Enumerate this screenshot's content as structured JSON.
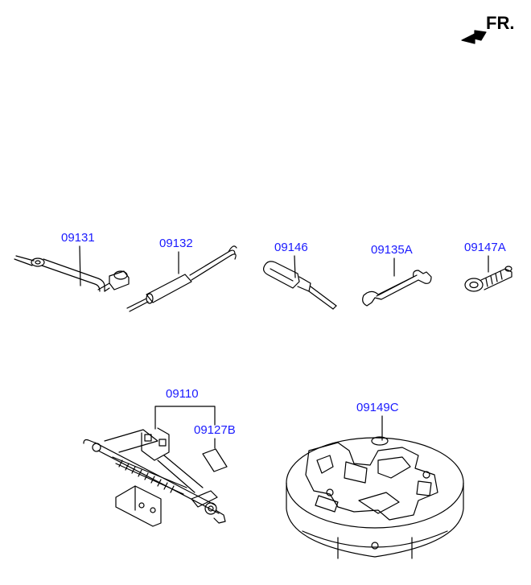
{
  "orientation": {
    "label": "FR.",
    "icon": "forward-arrow-icon"
  },
  "parts": [
    {
      "id": "p1",
      "label": "09131",
      "icon": "lug-wrench-icon"
    },
    {
      "id": "p2",
      "label": "09132",
      "icon": "jack-handle-icon"
    },
    {
      "id": "p3",
      "label": "09146",
      "icon": "screwdriver-icon"
    },
    {
      "id": "p4",
      "label": "09135A",
      "icon": "open-end-wrench-icon"
    },
    {
      "id": "p5",
      "label": "09147A",
      "icon": "towing-hook-icon"
    },
    {
      "id": "p6",
      "label": "09110",
      "icon": "scissor-jack-icon"
    },
    {
      "id": "p7",
      "label": "09127B",
      "icon": "jack-label-sticker-icon"
    },
    {
      "id": "p8",
      "label": "09149C",
      "icon": "tool-tray-case-icon"
    }
  ],
  "colors": {
    "callout_text": "#1a1aff",
    "line_art": "#000000",
    "background": "#ffffff"
  }
}
